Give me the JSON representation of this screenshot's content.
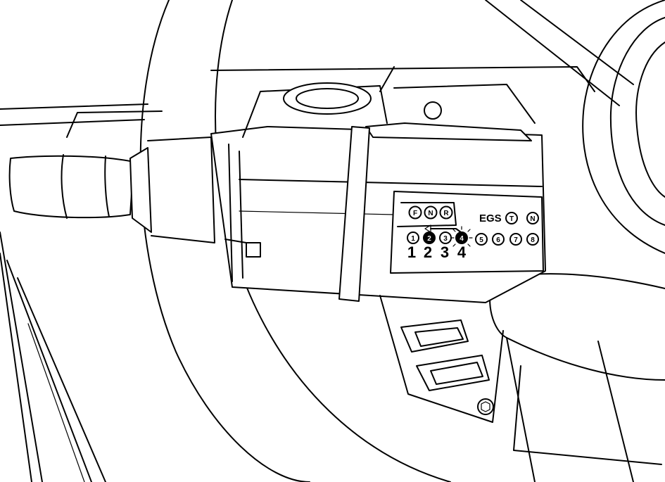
{
  "panel": {
    "egs_label": "EGS",
    "indicator_top": [
      "F",
      "N",
      "R"
    ],
    "indicator_right": [
      "T",
      "N"
    ],
    "gear_circles": [
      "1",
      "2",
      "3",
      "4",
      "5",
      "6",
      "7",
      "8"
    ],
    "gear_big": [
      "1",
      "2",
      "3",
      "4"
    ],
    "active_gears": [
      "2",
      "4"
    ]
  }
}
